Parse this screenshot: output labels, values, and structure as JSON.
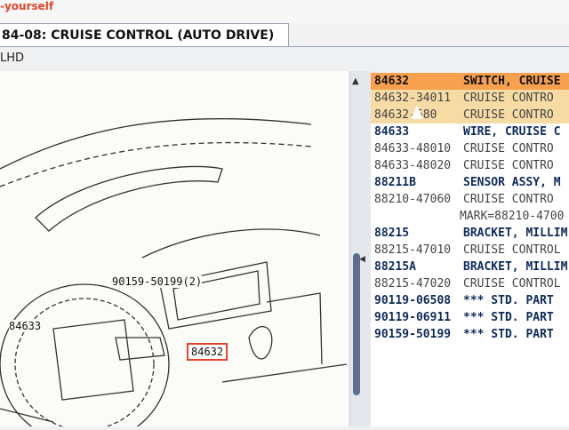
{
  "header": {
    "brand": "-yourself",
    "tab_title": "84-08: CRUISE CONTROL (AUTO DRIVE)",
    "subhead": "LHD"
  },
  "diagram": {
    "callouts": [
      "84633",
      "90159-50199(2)",
      "84632"
    ]
  },
  "parts": [
    {
      "part": "84632",
      "desc": "SWITCH, CRUISE",
      "style": "sel"
    },
    {
      "part": "84632-34011",
      "desc": "CRUISE CONTRO",
      "style": "hl"
    },
    {
      "part": "84632-580",
      "desc": "CRUISE CONTRO",
      "style": "hl"
    },
    {
      "part": "84633",
      "desc": "WIRE, CRUISE C",
      "style": "head"
    },
    {
      "part": "84633-48010",
      "desc": "CRUISE CONTRO",
      "style": ""
    },
    {
      "part": "84633-48020",
      "desc": "CRUISE CONTRO",
      "style": ""
    },
    {
      "part": "88211B",
      "desc": "SENSOR ASSY, M",
      "style": "head"
    },
    {
      "part": "88210-47060",
      "desc": "CRUISE CONTRO",
      "style": ""
    },
    {
      "part": "",
      "desc": "MARK=88210-4700",
      "style": "cont"
    },
    {
      "part": "88215",
      "desc": "BRACKET, MILLIM",
      "style": "head"
    },
    {
      "part": "88215-47010",
      "desc": "CRUISE CONTROL",
      "style": ""
    },
    {
      "part": "88215A",
      "desc": "BRACKET, MILLIM",
      "style": "head"
    },
    {
      "part": "88215-47020",
      "desc": "CRUISE CONTROL",
      "style": ""
    },
    {
      "part": "90119-06508",
      "desc": "*** STD. PART",
      "style": "head"
    },
    {
      "part": "90119-06911",
      "desc": "*** STD. PART",
      "style": "head"
    },
    {
      "part": "90159-50199",
      "desc": "*** STD. PART",
      "style": "head"
    }
  ]
}
